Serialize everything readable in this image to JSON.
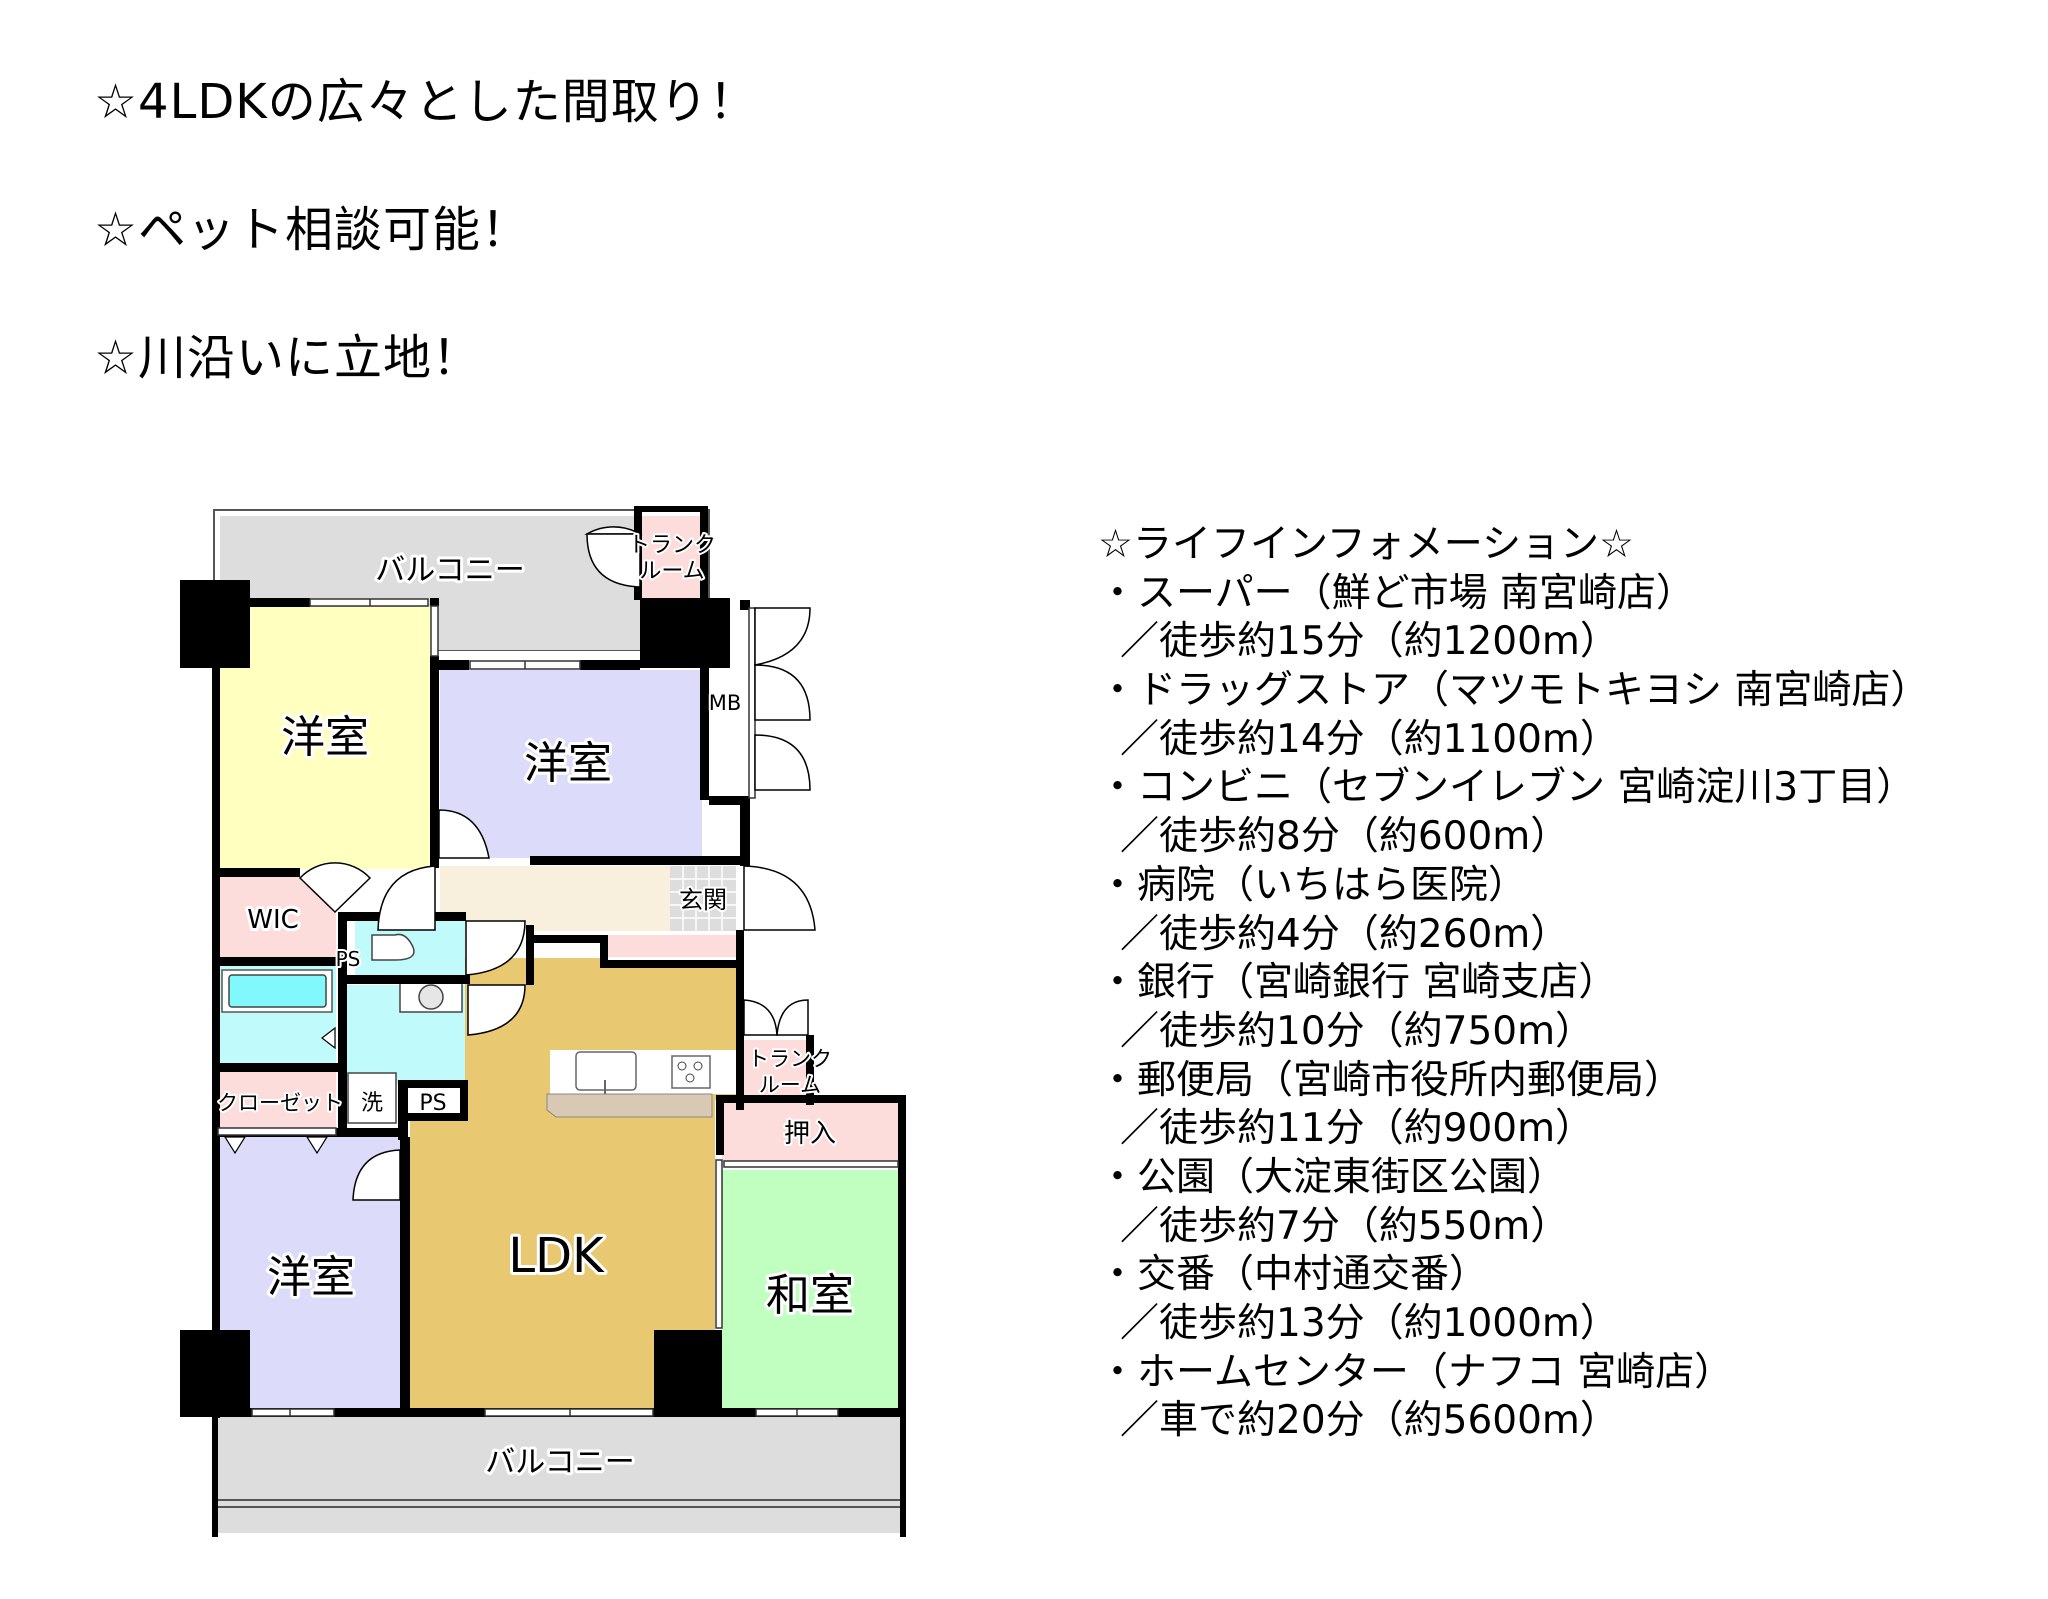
{
  "headlines": [
    "☆4LDKの広々とした間取り！",
    "☆ペット相談可能！",
    "☆川沿いに立地！"
  ],
  "floor_plan": {
    "colors": {
      "western_room_yellow": "#FFFFC0",
      "western_room_lavender": "#DCDCFA",
      "ldk": "#E8C870",
      "japanese_room": "#C0FFC0",
      "storage_pink": "#FDDCDC",
      "wet_area_cyan": "#C0FAFA",
      "hallway": "#F8F0DC",
      "balcony": "#DDDDDD",
      "wall": "#000000"
    },
    "rooms": {
      "balcony_top": "バルコニー",
      "trunk_room_top": "トランクルーム",
      "trunk_room_top_l1": "トランク",
      "trunk_room_top_l2": "ルーム",
      "western_room_1": "洋室",
      "western_room_2": "洋室",
      "meter_box": "MB",
      "walk_in_closet": "WIC",
      "pipe_space_1": "PS",
      "entrance": "玄関",
      "closet": "クローゼット",
      "washer": "洗",
      "pipe_space_2": "PS",
      "trunk_room_mid_l1": "トランク",
      "trunk_room_mid_l2": "ルーム",
      "oshiire": "押入",
      "western_room_3": "洋室",
      "ldk": "LDK",
      "japanese_room": "和室",
      "balcony_bottom": "バルコニー"
    }
  },
  "life_information": {
    "title": "☆ライフインフォメーション☆",
    "items": [
      {
        "category": "スーパー",
        "name": "鮮ど市場 南宮崎店",
        "line1": "・スーパー（鮮ど市場 南宮崎店）",
        "line2": "／徒歩約15分（約1200m）",
        "access": "徒歩",
        "minutes": 15,
        "distance_m": 1200
      },
      {
        "category": "ドラッグストア",
        "name": "マツモトキヨシ 南宮崎店",
        "line1": "・ドラッグストア（マツモトキヨシ 南宮崎店）",
        "line2": "／徒歩約14分（約1100m）",
        "access": "徒歩",
        "minutes": 14,
        "distance_m": 1100
      },
      {
        "category": "コンビニ",
        "name": "セブンイレブン 宮崎淀川3丁目",
        "line1": "・コンビニ（セブンイレブン 宮崎淀川3丁目）",
        "line2": "／徒歩約8分（約600m）",
        "access": "徒歩",
        "minutes": 8,
        "distance_m": 600
      },
      {
        "category": "病院",
        "name": "いちはら医院",
        "line1": "・病院（いちはら医院）",
        "line2": "／徒歩約4分（約260m）",
        "access": "徒歩",
        "minutes": 4,
        "distance_m": 260
      },
      {
        "category": "銀行",
        "name": "宮崎銀行 宮崎支店",
        "line1": "・銀行（宮崎銀行 宮崎支店）",
        "line2": "／徒歩約10分（約750m）",
        "access": "徒歩",
        "minutes": 10,
        "distance_m": 750
      },
      {
        "category": "郵便局",
        "name": "宮崎市役所内郵便局",
        "line1": "・郵便局（宮崎市役所内郵便局）",
        "line2": "／徒歩約11分（約900m）",
        "access": "徒歩",
        "minutes": 11,
        "distance_m": 900
      },
      {
        "category": "公園",
        "name": "大淀東街区公園",
        "line1": "・公園（大淀東街区公園）",
        "line2": "／徒歩約7分（約550m）",
        "access": "徒歩",
        "minutes": 7,
        "distance_m": 550
      },
      {
        "category": "交番",
        "name": "中村通交番",
        "line1": "・交番（中村通交番）",
        "line2": "／徒歩約13分（約1000m）",
        "access": "徒歩",
        "minutes": 13,
        "distance_m": 1000
      },
      {
        "category": "ホームセンター",
        "name": "ナフコ 宮崎店",
        "line1": "・ホームセンター（ナフコ 宮崎店）",
        "line2": "／車で約20分（約5600m）",
        "access": "車",
        "minutes": 20,
        "distance_m": 5600
      }
    ]
  }
}
